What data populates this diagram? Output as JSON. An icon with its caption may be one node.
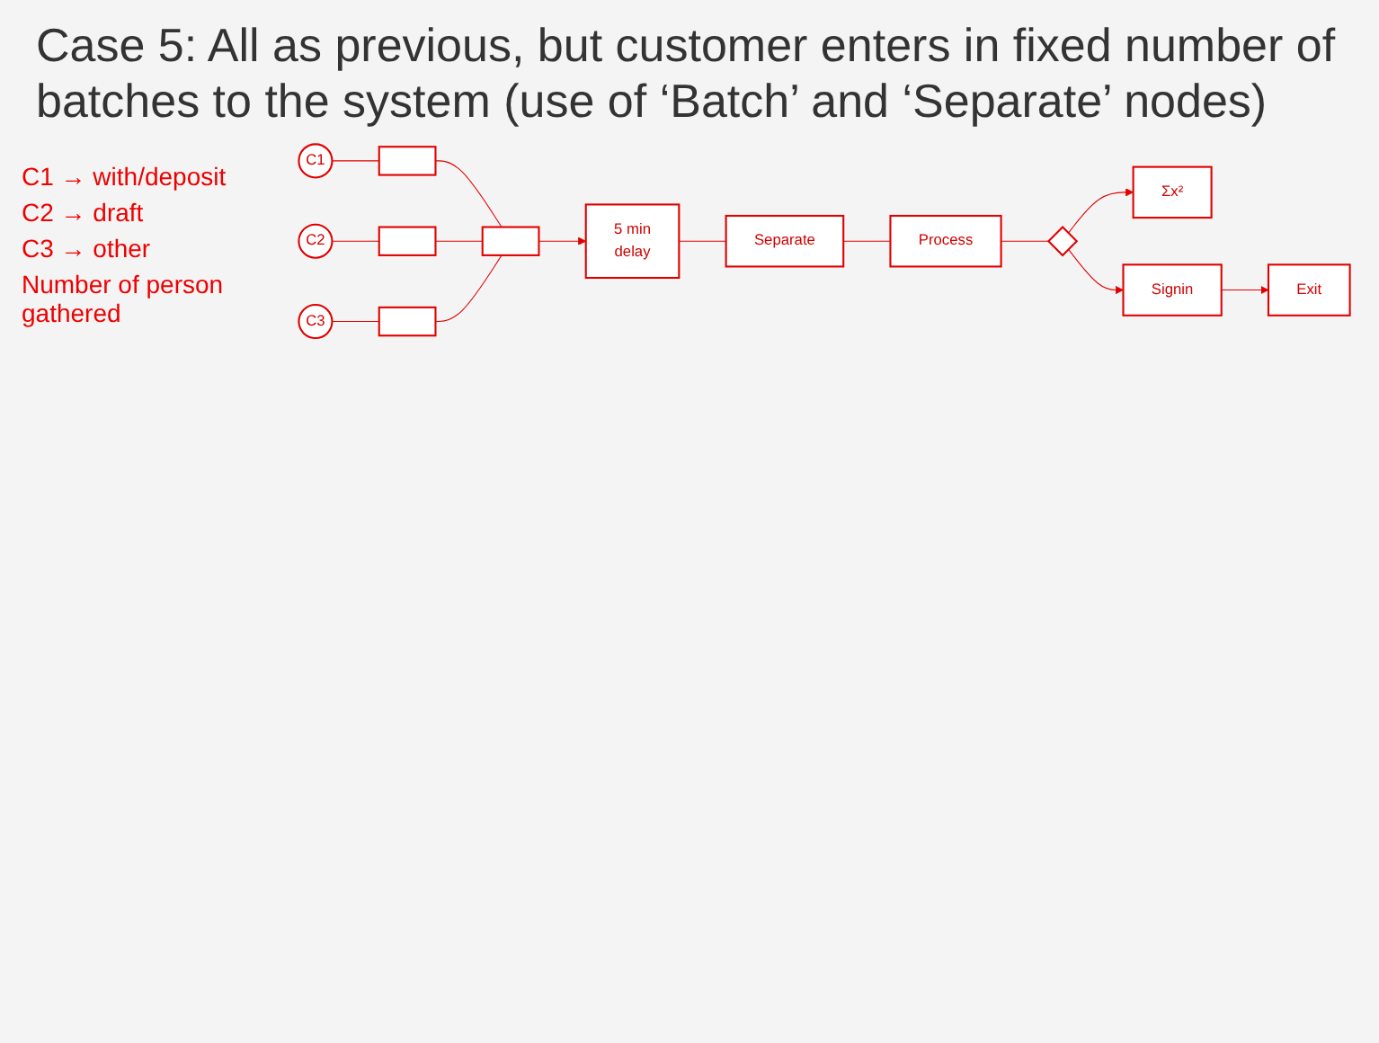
{
  "diagram": {
    "title": "Case 5: All as previous, but customer enters in fixed number of batches to the system (use of ‘Batch’ and ‘Separate’ nodes)",
    "nodes": [
      {
        "text": [
          "C1"
        ]
      },
      {
        "text": [],
        "shape": "box"
      },
      {
        "text": [
          "C2"
        ]
      },
      {
        "text": [],
        "shape": "box"
      },
      {
        "text": [
          "C3"
        ]
      },
      {
        "text": [],
        "shape": "box"
      },
      {
        "text": [],
        "shape": "box"
      },
      {
        "text": [
          "5 min",
          "delay"
        ]
      },
      {
        "text": [
          "Separate"
        ]
      },
      {
        "text": [
          "Process"
        ]
      },
      {
        "text": [],
        "shape": "diamond"
      },
      {
        "text": [
          "Σx²"
        ]
      },
      {
        "text": [
          "Signin"
        ]
      },
      {
        "text": [
          "Exit"
        ]
      }
    ],
    "edges": [
      {
        "from": 0,
        "to": 1,
        "arrow": "none"
      },
      {
        "from": 2,
        "to": 3,
        "arrow": "none"
      },
      {
        "from": 4,
        "to": 5,
        "arrow": "none"
      },
      {
        "from": 1,
        "to": 6,
        "arrow": "none"
      },
      {
        "from": 3,
        "to": 6,
        "arrow": "none"
      },
      {
        "from": 5,
        "to": 6,
        "arrow": "none"
      },
      {
        "from": 6,
        "to": 7,
        "arrow": "to"
      },
      {
        "from": 7,
        "to": 8,
        "arrow": "none"
      },
      {
        "from": 8,
        "to": 9,
        "arrow": "none"
      },
      {
        "from": 9,
        "to": 10,
        "arrow": "none"
      },
      {
        "from": 10,
        "to": 11,
        "arrow": "to"
      },
      {
        "from": 10,
        "to": 12,
        "arrow": "to"
      },
      {
        "from": 12,
        "to": 13,
        "arrow": "to"
      }
    ],
    "labels": [
      "C1 → with/deposit",
      "C2 → draft",
      "C3 → other",
      "Number of person gathered"
    ]
  }
}
